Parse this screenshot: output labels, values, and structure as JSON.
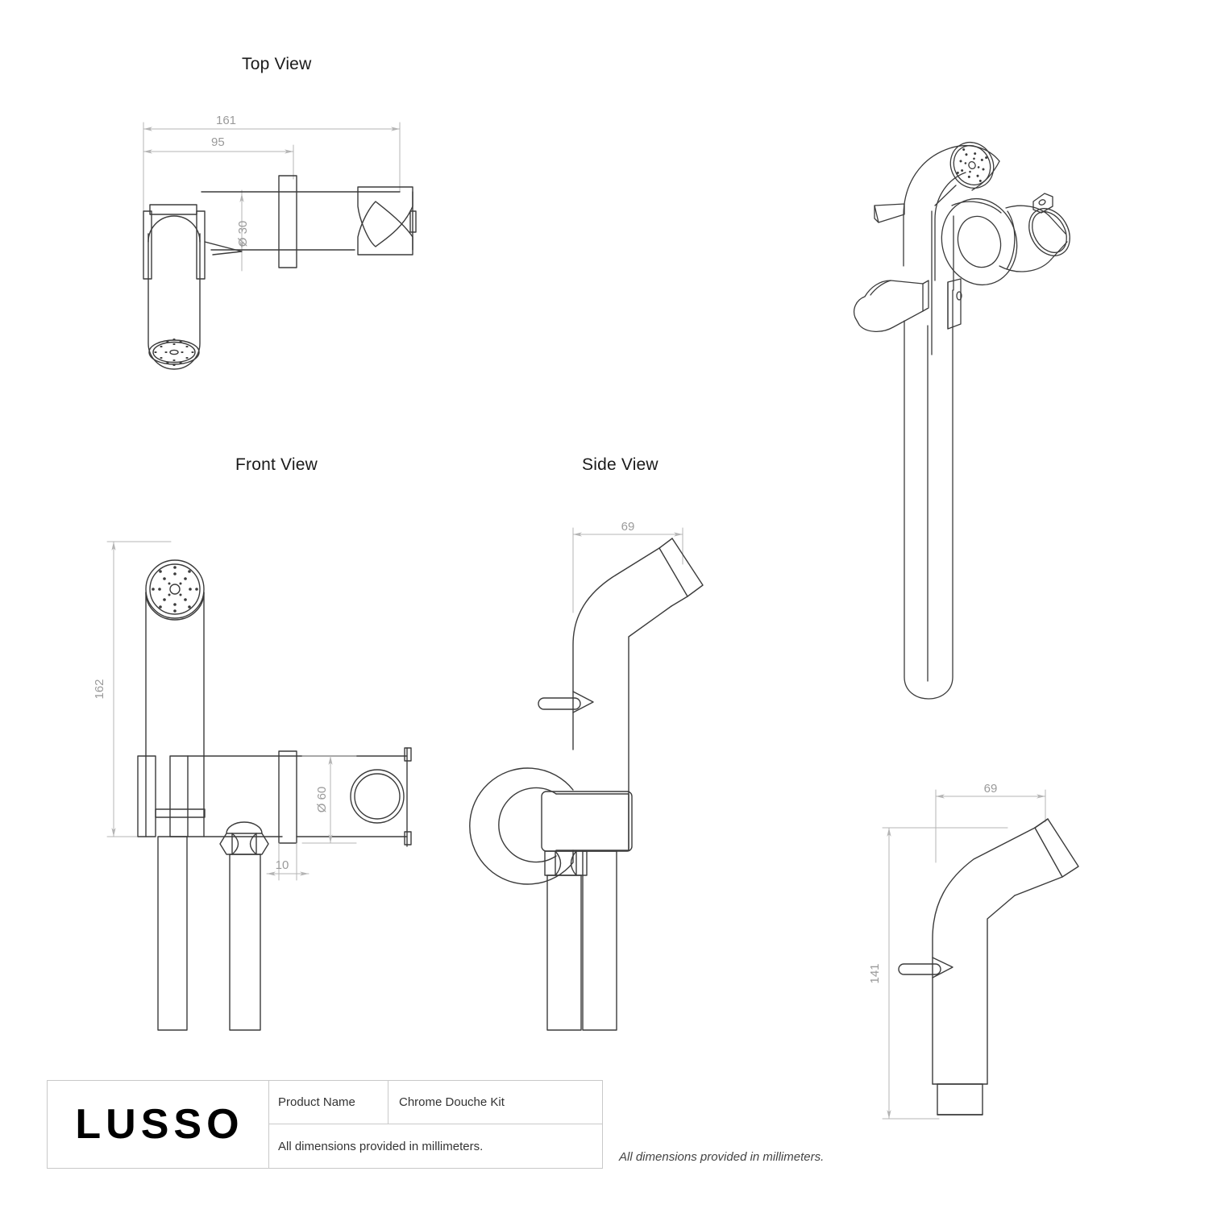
{
  "sheet": {
    "background": "#ffffff",
    "line_color": "#3b3b3b",
    "dim_color": "#b4b4b4",
    "dim_text_color": "#9a9a9a"
  },
  "views": [
    {
      "id": "top",
      "label": "Top View"
    },
    {
      "id": "front",
      "label": "Front View"
    },
    {
      "id": "side",
      "label": "Side View"
    }
  ],
  "dimensions": {
    "top_view": [
      {
        "name": "overall-length",
        "value": "161",
        "orientation": "horizontal"
      },
      {
        "name": "projection",
        "value": "95",
        "orientation": "horizontal"
      },
      {
        "name": "handle-diameter",
        "value": "Ø 30",
        "orientation": "vertical"
      }
    ],
    "front_view": [
      {
        "name": "overall-height",
        "value": "162",
        "orientation": "vertical"
      },
      {
        "name": "flange-diameter",
        "value": "Ø 60",
        "orientation": "vertical"
      },
      {
        "name": "plate-thickness",
        "value": "10",
        "orientation": "horizontal"
      }
    ],
    "side_view": [
      {
        "name": "spray-head-depth",
        "value": "69",
        "orientation": "horizontal"
      }
    ],
    "detail_view": [
      {
        "name": "spray-head-depth",
        "value": "69",
        "orientation": "horizontal"
      },
      {
        "name": "spray-head-height",
        "value": "141",
        "orientation": "vertical"
      }
    ]
  },
  "title_block": {
    "logo": "LUSSO",
    "rows": [
      {
        "label": "Product Name",
        "value": "Chrome Douche Kit"
      }
    ],
    "note": "All dimensions provided in millimeters."
  },
  "footer_note": "All dimensions provided in millimeters."
}
